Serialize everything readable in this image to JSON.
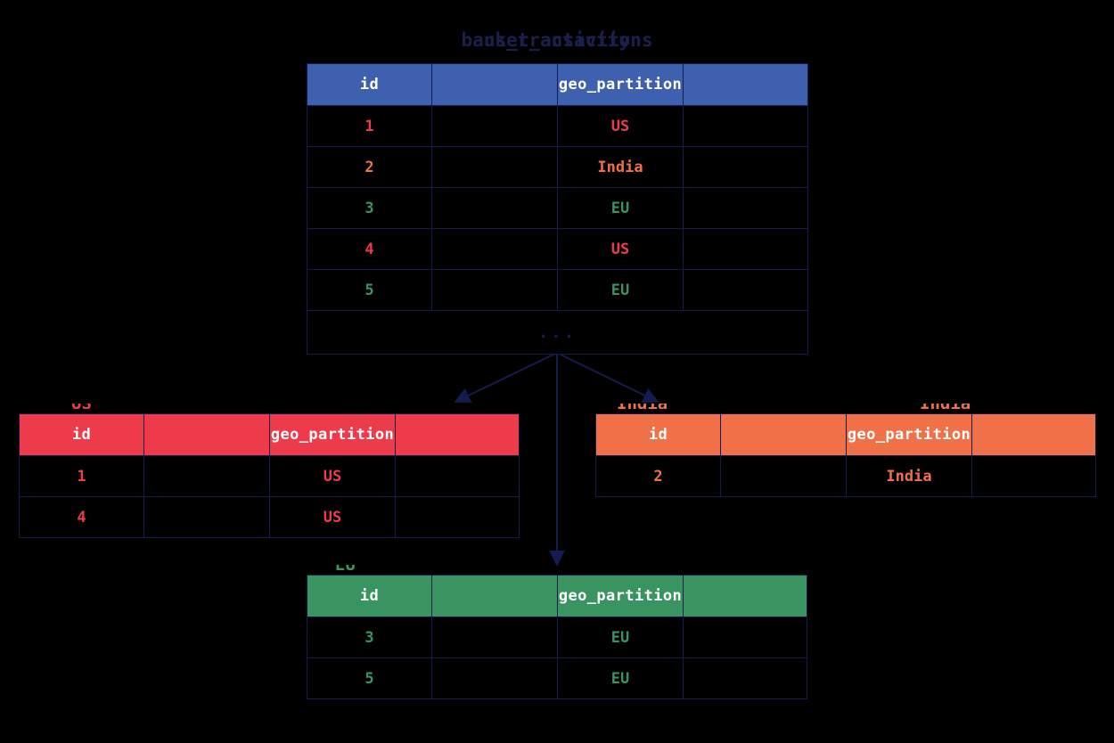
{
  "title": {
    "layer_a": "bank_transactions",
    "layer_b": "user_activity"
  },
  "colors": {
    "background": "#000000",
    "grid": "#151b4d",
    "source_header": "#3f60ae",
    "us_header": "#ee3b4b",
    "india_header": "#f07048",
    "eu_header": "#3a9462",
    "arrow": "#151b4d",
    "title_text": "#1b1f4b",
    "header_text": "#ffffff"
  },
  "source_table": {
    "name": "bank_transactions",
    "columns": [
      "id",
      "",
      "geo_partition",
      ""
    ],
    "rows": [
      {
        "id": "1",
        "c2": "",
        "geo_partition": "US",
        "c4": "",
        "color": "v-us"
      },
      {
        "id": "2",
        "c2": "",
        "geo_partition": "India",
        "c4": "",
        "color": "v-india"
      },
      {
        "id": "3",
        "c2": "",
        "geo_partition": "EU",
        "c4": "",
        "color": "v-eu"
      },
      {
        "id": "4",
        "c2": "",
        "geo_partition": "US",
        "c4": "",
        "color": "v-us"
      },
      {
        "id": "5",
        "c2": "",
        "geo_partition": "EU",
        "c4": "",
        "color": "v-eu"
      }
    ],
    "ellipsis": "..."
  },
  "partitions": [
    {
      "key": "us",
      "label": "US",
      "columns": [
        "id",
        "",
        "geo_partition",
        ""
      ],
      "rows": [
        {
          "id": "1",
          "c2": "",
          "geo_partition": "US",
          "c4": ""
        },
        {
          "id": "4",
          "c2": "",
          "geo_partition": "US",
          "c4": ""
        }
      ]
    },
    {
      "key": "india",
      "label": "India",
      "columns": [
        "id",
        "",
        "geo_partition",
        ""
      ],
      "rows": [
        {
          "id": "2",
          "c2": "",
          "geo_partition": "India",
          "c4": ""
        }
      ]
    },
    {
      "key": "eu",
      "label": "EU",
      "columns": [
        "id",
        "",
        "geo_partition",
        ""
      ],
      "rows": [
        {
          "id": "3",
          "c2": "",
          "geo_partition": "EU",
          "c4": ""
        },
        {
          "id": "5",
          "c2": "",
          "geo_partition": "EU",
          "c4": ""
        }
      ]
    }
  ]
}
